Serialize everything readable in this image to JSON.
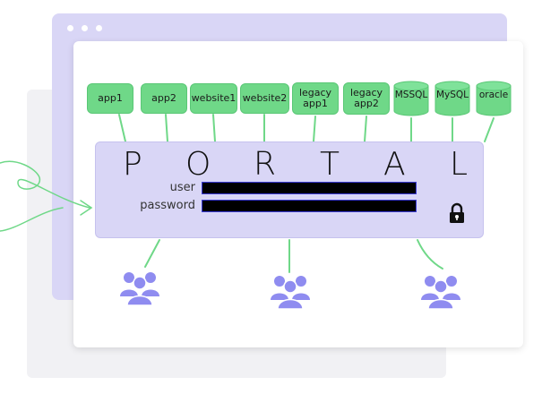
{
  "window": {
    "dots": [
      "dot",
      "dot",
      "dot"
    ]
  },
  "services": {
    "apps": [
      {
        "label": "app1"
      },
      {
        "label": "app2"
      },
      {
        "label": "website1"
      },
      {
        "label": "website2"
      },
      {
        "label": "legacy\napp1"
      },
      {
        "label": "legacy\napp2"
      }
    ],
    "databases": [
      {
        "label": "MSSQL"
      },
      {
        "label": "MySQL"
      },
      {
        "label": "oracle"
      }
    ]
  },
  "portal": {
    "letters": [
      "P",
      "O",
      "R",
      "T",
      "A",
      "L"
    ],
    "user_label": "user",
    "password_label": "password",
    "lock_icon": "lock-icon"
  },
  "users": {
    "icon": "users-group-icon",
    "count": 3
  },
  "colors": {
    "service_green": "#6fd888",
    "portal_lavender": "#d9d6f6",
    "users_purple": "#8f8cf0",
    "connector_green": "#6fd888"
  }
}
